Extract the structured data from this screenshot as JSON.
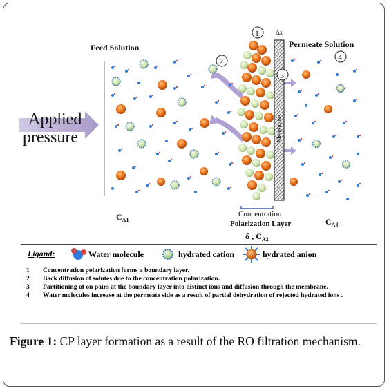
{
  "diagram": {
    "feed_label": "Feed Solution",
    "permeate_label": "Permeate Solution",
    "applied_line1": "Applied",
    "applied_line2": "pressure",
    "membrane_label": "Membrane",
    "delta_x": "Δx",
    "markers": [
      "1",
      "2",
      "3",
      "4"
    ],
    "ca1_main": "C",
    "ca1_sub": "A1",
    "ca3_main": "C",
    "ca3_sub": "A3",
    "cp_line1": "Concentration",
    "cp_line2": "Polarization Layer",
    "delta_main": "δ  ,  C",
    "delta_sub": "A2"
  },
  "legend": {
    "title": "Ligand:",
    "water": "Water molecule",
    "cation": "hydrated cation",
    "anion": "hydrated anion"
  },
  "notes": [
    {
      "num": "1",
      "text": "Concentration polarization forms a boundary layer."
    },
    {
      "num": "2",
      "text": "Back diffusion of solutes due to the concentration polarization."
    },
    {
      "num": "3",
      "text": "Partitioning of on pairs at the boundary layer into distinct ions and diffusion through the membrane."
    },
    {
      "num": "4",
      "text": "Water molecules increase at the permeate side as a result of partial dehydration of rejected hydrated ions ."
    }
  ],
  "caption": {
    "label": "Figure 1:",
    "text": " CP layer formation as a result of the RO filtration mechanism."
  },
  "colors": {
    "anion": "#e8701a",
    "cation": "#c9e0a8",
    "water": "#2f7ad8",
    "arrow": "#a99ac9"
  }
}
